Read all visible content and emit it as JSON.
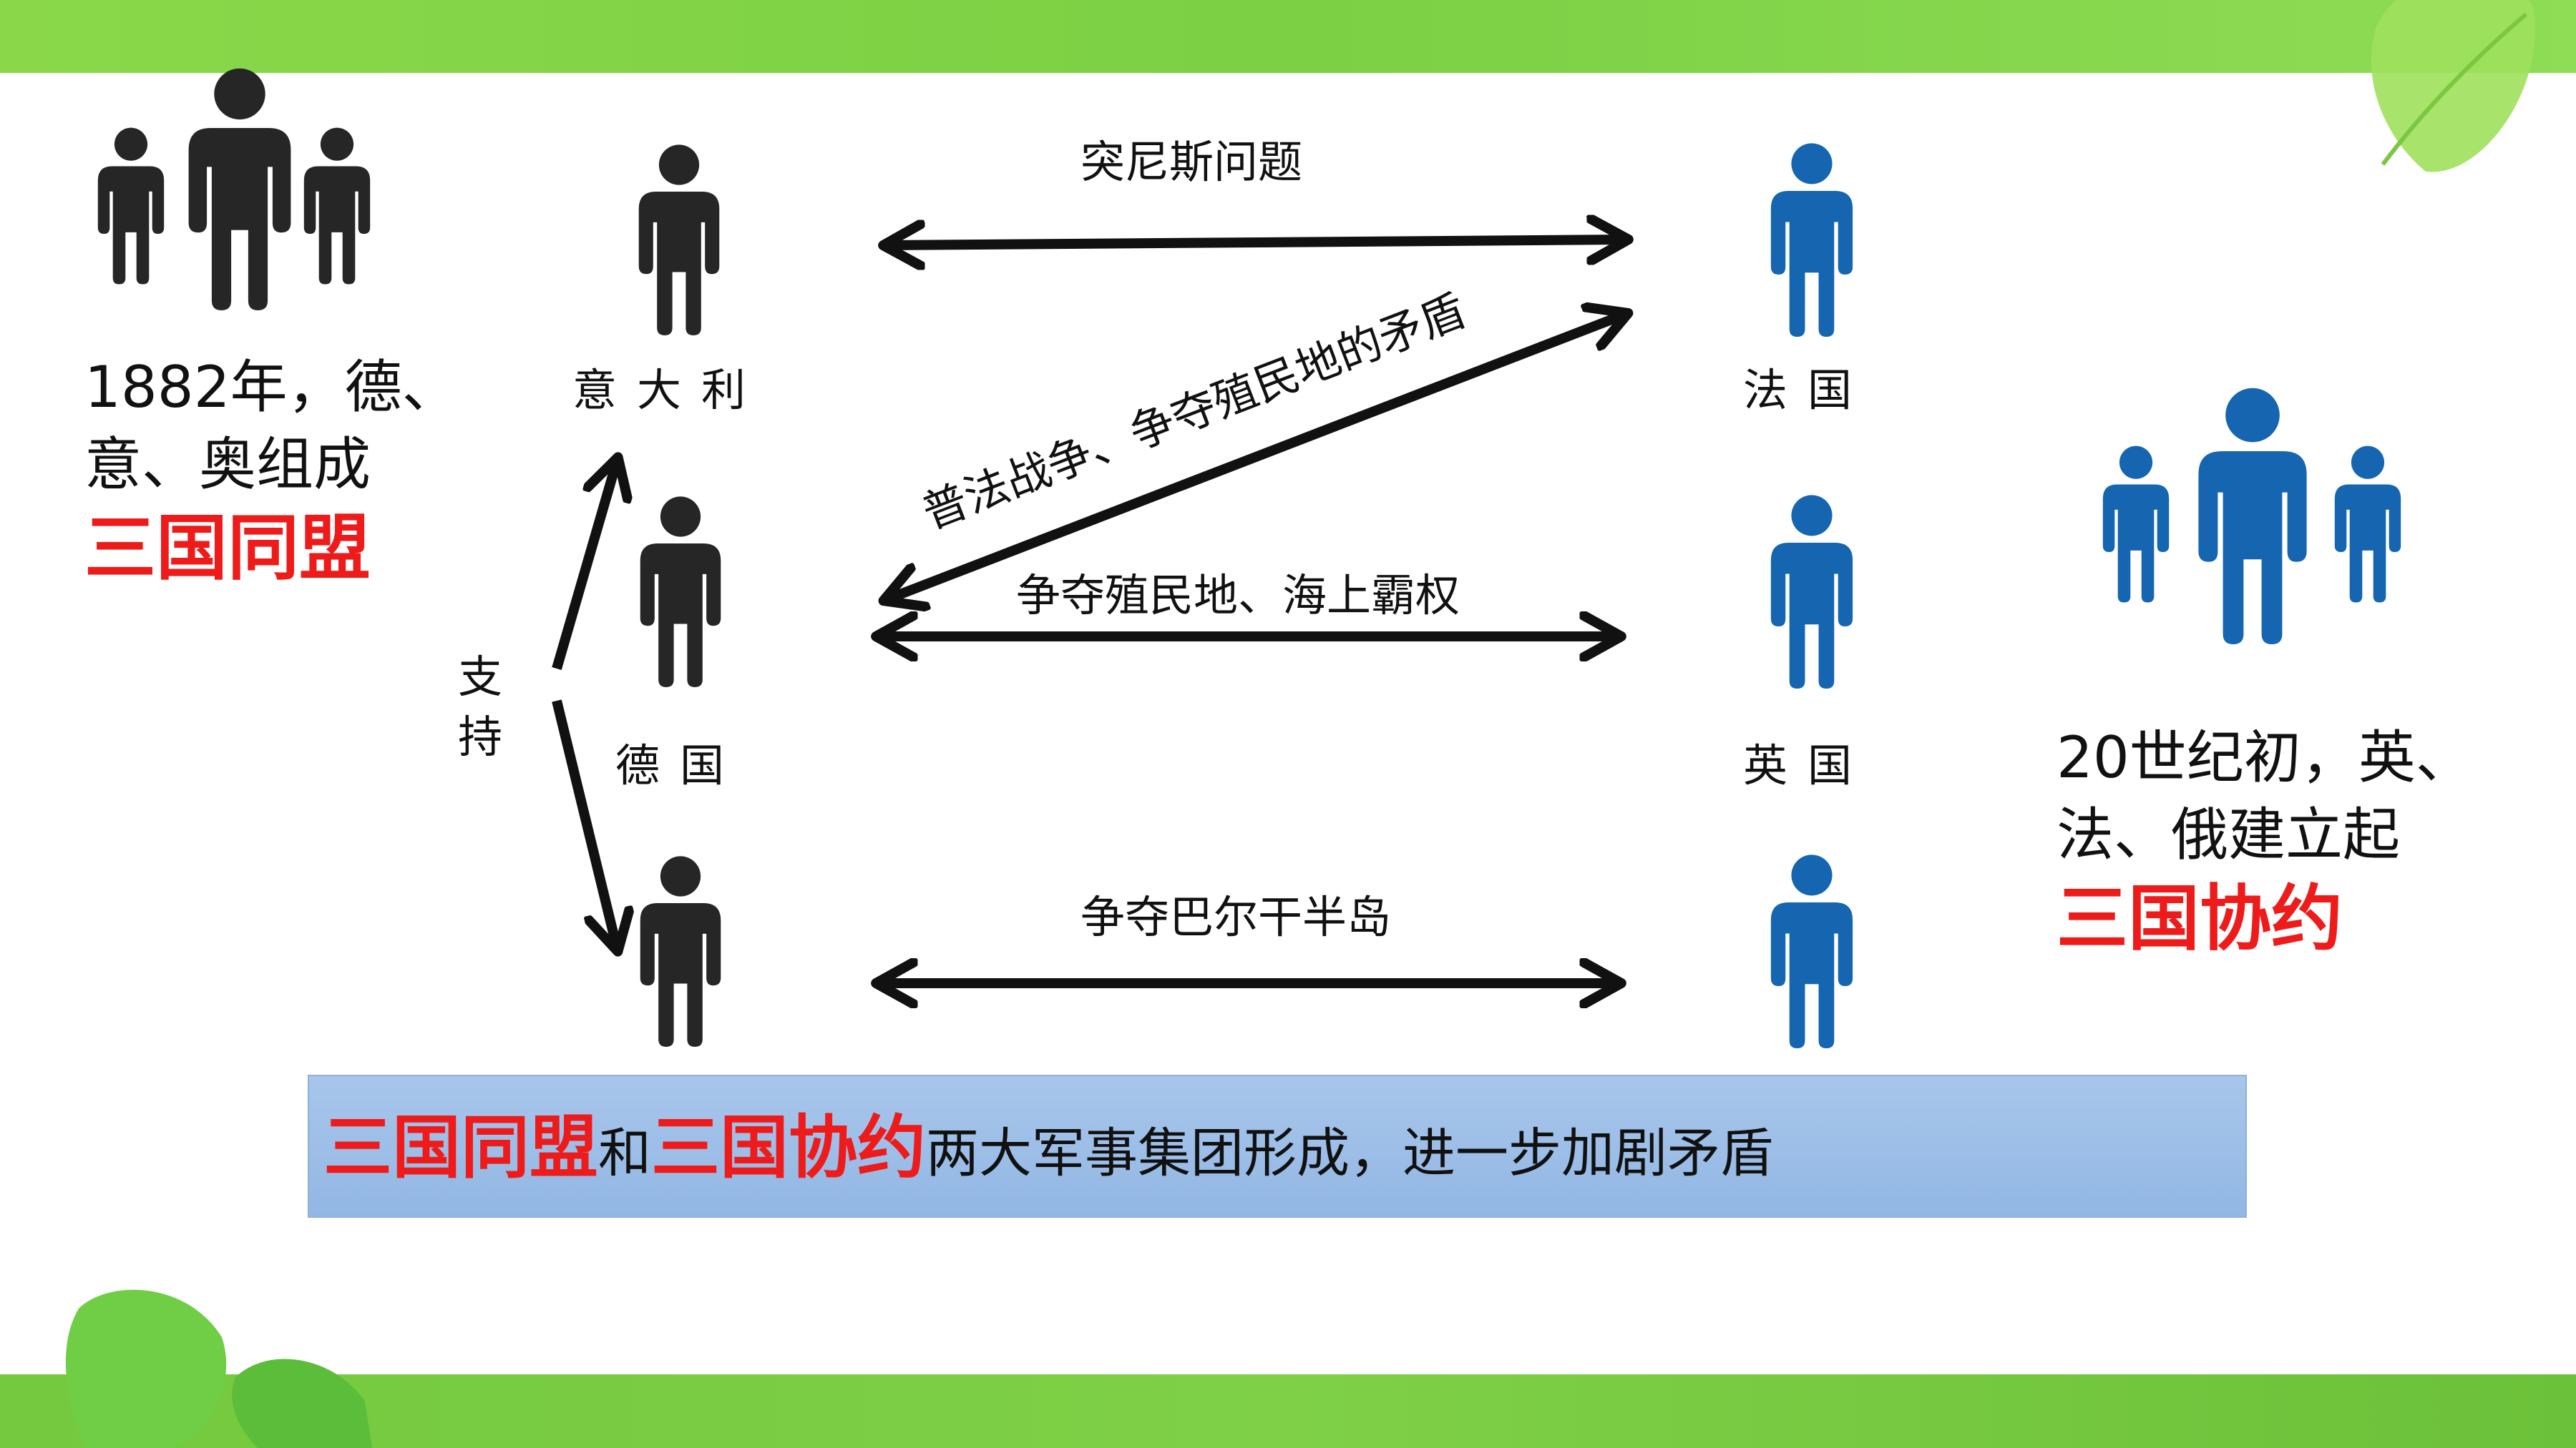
{
  "colors": {
    "alliance_person": "#262626",
    "entente_person": "#1565b0",
    "highlight": "#ee1b1b",
    "band_green": "#7bd043",
    "banner_blue": "#9dbfe8"
  },
  "left_group": {
    "line1": "1882年，德、",
    "line2": "意、奥组成",
    "title": "三国同盟"
  },
  "right_group": {
    "line1": "20世纪初，英、",
    "line2": "法、俄建立起",
    "title": "三国协约"
  },
  "countries": {
    "italy": "意大利",
    "france": "法国",
    "germany": "德国",
    "britain": "英国"
  },
  "relations": {
    "italy_france": "突尼斯问题",
    "germany_france": "普法战争、争夺殖民地的矛盾",
    "germany_britain": "争夺殖民地、海上霸权",
    "austria_russia": "争夺巴尔干半岛",
    "support": "支持"
  },
  "banner": {
    "part1": "三国同盟",
    "part2": "和",
    "part3": "三国协约",
    "part4": "两大军事集团形成，进一步加剧矛盾"
  },
  "icons": {
    "group_left": "people-group-icon",
    "group_right": "people-group-icon",
    "person": "person-icon"
  }
}
